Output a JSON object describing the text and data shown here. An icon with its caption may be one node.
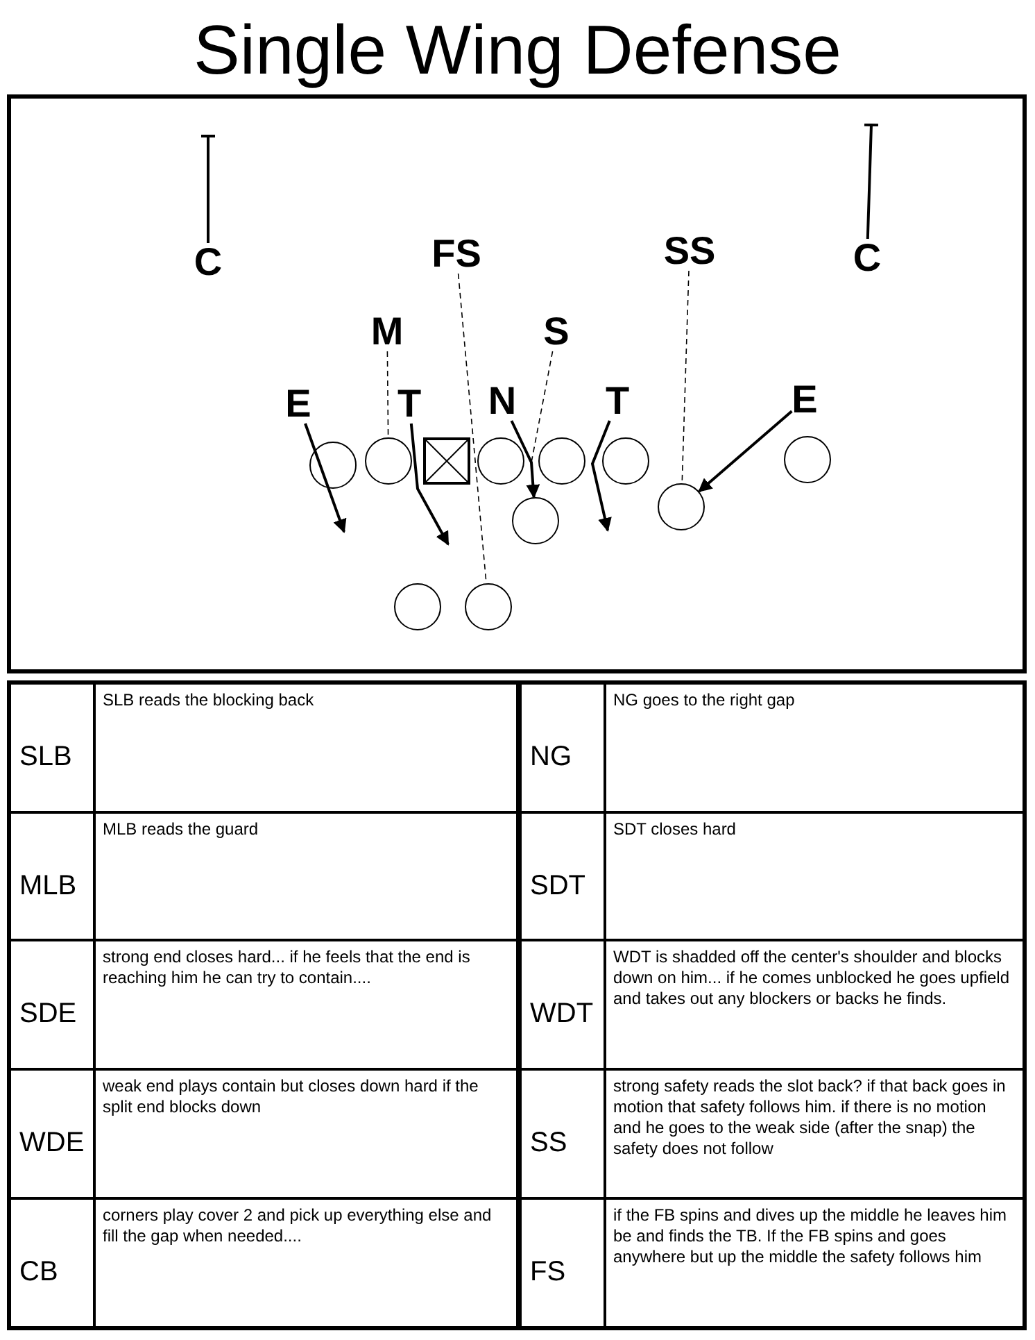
{
  "diagram": {
    "title": "Single Wing Defense",
    "nodes": [
      {
        "text": [
          "C"
        ]
      },
      {
        "text": [
          "FS"
        ]
      },
      {
        "text": [
          "SS"
        ]
      },
      {
        "text": [
          "C"
        ]
      },
      {
        "text": [
          "M"
        ]
      },
      {
        "text": [
          "S"
        ]
      },
      {
        "text": [
          "E"
        ]
      },
      {
        "text": [
          "T"
        ]
      },
      {
        "text": [
          "N"
        ]
      },
      {
        "text": [
          "T"
        ]
      },
      {
        "text": [
          "E"
        ]
      },
      {
        "text": [],
        "shape": "circle"
      },
      {
        "text": [],
        "shape": "circle"
      },
      {
        "text": [],
        "shape": "box"
      },
      {
        "text": [],
        "shape": "circle"
      },
      {
        "text": [],
        "shape": "circle"
      },
      {
        "text": [],
        "shape": "circle"
      },
      {
        "text": [],
        "shape": "circle"
      },
      {
        "text": [],
        "shape": "circle"
      },
      {
        "text": [],
        "shape": "circle"
      },
      {
        "text": [],
        "shape": "circle"
      },
      {
        "text": [],
        "shape": "circle"
      }
    ],
    "edges": [
      {
        "from": 0,
        "to": null,
        "arrow": "other"
      },
      {
        "from": 3,
        "to": null,
        "arrow": "other"
      },
      {
        "from": 6,
        "to": null,
        "arrow": "to"
      },
      {
        "from": 7,
        "to": null,
        "arrow": "to"
      },
      {
        "from": 8,
        "to": 18,
        "arrow": "to"
      },
      {
        "from": 9,
        "to": null,
        "arrow": "to"
      },
      {
        "from": 10,
        "to": 19,
        "arrow": "to"
      },
      {
        "from": 4,
        "to": 12,
        "arrow": "none",
        "style": "dashed"
      },
      {
        "from": 5,
        "to": 18,
        "arrow": "none",
        "style": "dashed"
      },
      {
        "from": 1,
        "to": 21,
        "arrow": "none",
        "style": "dashed"
      },
      {
        "from": 2,
        "to": 19,
        "arrow": "none",
        "style": "dashed"
      }
    ],
    "labels": [
      "SLB",
      "SLB reads the blocking back",
      "NG",
      "NG goes to the right gap",
      "MLB",
      "MLB reads the guard",
      "SDT",
      "SDT closes hard",
      "SDE",
      "strong end closes hard... if he feels that the end is reaching him he can try to contain....",
      "WDT",
      "WDT is shadded off the center's shoulder and blocks down on him... if he comes unblocked he goes upfield and takes out any blockers or backs he finds.",
      "WDE",
      "weak end plays contain but closes down hard if the split end blocks down",
      "SS",
      "strong safety reads the slot back? if that back goes in motion that safety follows him.  if there is no motion and he goes to the weak side (after the snap) the safety does not follow",
      "CB",
      "corners play cover 2 and pick up everything else and fill the gap when needed....",
      "FS",
      "if the FB spins and dives up the middle he leaves him be and finds the TB.  If the FB spins and goes anywhere but up the middle the safety follows him"
    ]
  }
}
